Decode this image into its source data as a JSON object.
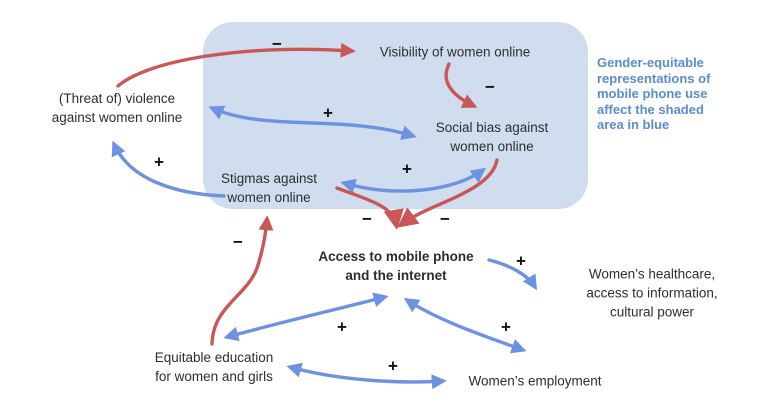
{
  "diagram": {
    "type": "causal-loop-diagram",
    "background": "#ffffff"
  },
  "colors": {
    "positive_arrow": "#6e92e2",
    "negative_arrow": "#c95757",
    "shaded_box": "#d0ddee",
    "caption_text": "#5b8ccd",
    "node_text": "#2d2d2d",
    "sign_text": "#111111"
  },
  "annotation": {
    "lines": [
      "Gender-equitable",
      "representations of",
      "mobile phone use",
      "affect the shaded",
      "area in blue"
    ]
  },
  "nodes": [
    {
      "id": "violence",
      "lines": [
        "(Threat of) violence",
        "against women online"
      ]
    },
    {
      "id": "visibility",
      "lines": [
        "Visibility of women online"
      ]
    },
    {
      "id": "social-bias",
      "lines": [
        "Social bias against",
        "women online"
      ]
    },
    {
      "id": "stigmas",
      "lines": [
        "Stigmas against",
        "women online"
      ]
    },
    {
      "id": "access",
      "lines": [
        "Access to mobile phone",
        "and the internet"
      ],
      "bold": true
    },
    {
      "id": "healthcare",
      "lines": [
        "Women’s healthcare,",
        "access to information,",
        "cultural power"
      ]
    },
    {
      "id": "education",
      "lines": [
        "Equitable education",
        "for women and girls"
      ]
    },
    {
      "id": "employment",
      "lines": [
        "Women’s employment"
      ]
    }
  ],
  "edges": [
    {
      "from": "violence",
      "to": "visibility",
      "sign": "−",
      "effect": "negative",
      "double": false
    },
    {
      "from": "visibility",
      "to": "social-bias",
      "sign": "−",
      "effect": "negative",
      "double": false
    },
    {
      "from": "social-bias",
      "to": "violence",
      "sign": "+",
      "effect": "positive",
      "double": true
    },
    {
      "from": "stigmas",
      "to": "violence",
      "sign": "+",
      "effect": "positive",
      "double": false
    },
    {
      "from": "stigmas",
      "to": "social-bias",
      "sign": "+",
      "effect": "positive",
      "double": true
    },
    {
      "from": "stigmas",
      "to": "access",
      "sign": "−",
      "effect": "negative",
      "double": false
    },
    {
      "from": "social-bias",
      "to": "access",
      "sign": "−",
      "effect": "negative",
      "double": false
    },
    {
      "from": "education",
      "to": "stigmas",
      "sign": "−",
      "effect": "negative",
      "double": false
    },
    {
      "from": "access",
      "to": "healthcare",
      "sign": "+",
      "effect": "positive",
      "double": false
    },
    {
      "from": "education",
      "to": "access",
      "sign": "+",
      "effect": "positive",
      "double": true
    },
    {
      "from": "access",
      "to": "employment",
      "sign": "+",
      "effect": "positive",
      "double": true
    },
    {
      "from": "education",
      "to": "employment",
      "sign": "+",
      "effect": "positive",
      "double": true
    }
  ]
}
